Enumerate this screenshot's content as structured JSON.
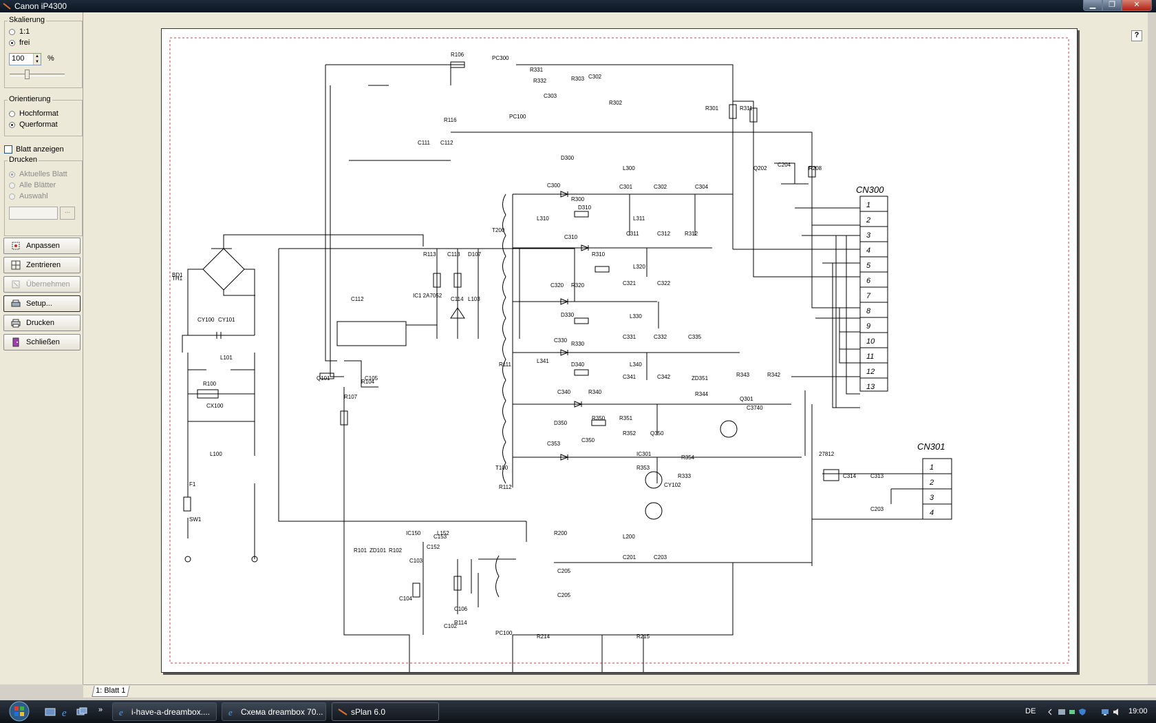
{
  "window": {
    "title": "Canon iP4300",
    "minimize": "▁",
    "maximize": "❐",
    "close": "✕"
  },
  "left_panel": {
    "scaling": {
      "legend": "Skalierung",
      "options": [
        {
          "label": "1:1",
          "checked": false
        },
        {
          "label": "frei",
          "checked": true
        }
      ],
      "zoom_value": "100",
      "zoom_unit": "%"
    },
    "orientation": {
      "legend": "Orientierung",
      "options": [
        {
          "label": "Hochformat",
          "checked": false
        },
        {
          "label": "Querformat",
          "checked": true
        }
      ]
    },
    "show_sheet": {
      "label": "Blatt anzeigen",
      "checked": false
    },
    "print": {
      "legend": "Drucken",
      "options": [
        {
          "label": "Aktuelles Blatt",
          "checked": true
        },
        {
          "label": "Alle Blätter",
          "checked": false
        },
        {
          "label": "Auswahl",
          "checked": false
        }
      ],
      "selection_value": "",
      "browse_label": "..."
    },
    "buttons": [
      {
        "label": "Anpassen",
        "icon": "fit-icon",
        "enabled": true
      },
      {
        "label": "Zentrieren",
        "icon": "center-icon",
        "enabled": true
      },
      {
        "label": "Übernehmen",
        "icon": "apply-icon",
        "enabled": false
      },
      {
        "label": "Setup...",
        "icon": "printer-setup-icon",
        "enabled": true
      },
      {
        "label": "Drucken",
        "icon": "printer-icon",
        "enabled": true
      },
      {
        "label": "Schließen",
        "icon": "exit-door-icon",
        "enabled": true
      }
    ]
  },
  "help_label": "?",
  "sheet_tab": "1: Blatt 1",
  "schematic": {
    "connectors": [
      {
        "name": "CN300",
        "pins": [
          "1",
          "2",
          "3",
          "4",
          "5",
          "6",
          "7",
          "8",
          "9",
          "10",
          "11",
          "12",
          "13"
        ]
      },
      {
        "name": "CN301",
        "pins": [
          "1",
          "2",
          "3",
          "4"
        ]
      }
    ],
    "labels": [
      "R106",
      "PC300",
      "R331",
      "R332",
      "R303",
      "C302",
      "C303",
      "R302",
      "R301",
      "R311",
      "R116",
      "PC100",
      "C111",
      "C112",
      "D300",
      "C300",
      "R300",
      "L300",
      "C301",
      "C302",
      "C304",
      "Q202",
      "C204",
      "R208",
      "L310",
      "D310",
      "L311",
      "C311",
      "C312",
      "R312",
      "C310",
      "R310",
      "T200",
      "L320",
      "C321",
      "C322",
      "C320",
      "R320",
      "D330",
      "L330",
      "C331",
      "C332",
      "C335",
      "R330",
      "C330",
      "L341",
      "D340",
      "L340",
      "C341",
      "C342",
      "C340",
      "R340",
      "ZD351",
      "R343",
      "R342",
      "R344",
      "Q301",
      "C3740",
      "D350",
      "R350",
      "R351",
      "R352",
      "Q350",
      "C353",
      "C350",
      "IC301",
      "R353",
      "R354",
      "R333",
      "CY102",
      "T100",
      "R112",
      "R113",
      "C113",
      "D107",
      "C114",
      "L103",
      "IC1 2A7052",
      "C112",
      "R111",
      "R104",
      "Q101",
      "R107",
      "C105",
      "F1",
      "SW1",
      "BD1",
      "TH1",
      "CY100",
      "CY101",
      "L101",
      "R100",
      "CX100",
      "L100",
      "IC150",
      "L152",
      "C152",
      "C153",
      "R101",
      "ZD101",
      "R102",
      "C103",
      "C104",
      "C106",
      "R114",
      "C102",
      "R200",
      "C205",
      "L200",
      "C201",
      "C203",
      "C205",
      "R214",
      "R215",
      "PC100",
      "27812",
      "C314",
      "C313",
      "C203"
    ]
  },
  "taskbar": {
    "tasks": [
      {
        "label": "i-have-a-dreambox....",
        "icon": "ie-icon",
        "active": false
      },
      {
        "label": "Схема dreambox 70...",
        "icon": "ie-icon",
        "active": false
      },
      {
        "label": "sPlan 6.0",
        "icon": "splan-icon",
        "active": true
      }
    ],
    "overflow": "»",
    "language": "DE",
    "clock": "19:00"
  }
}
